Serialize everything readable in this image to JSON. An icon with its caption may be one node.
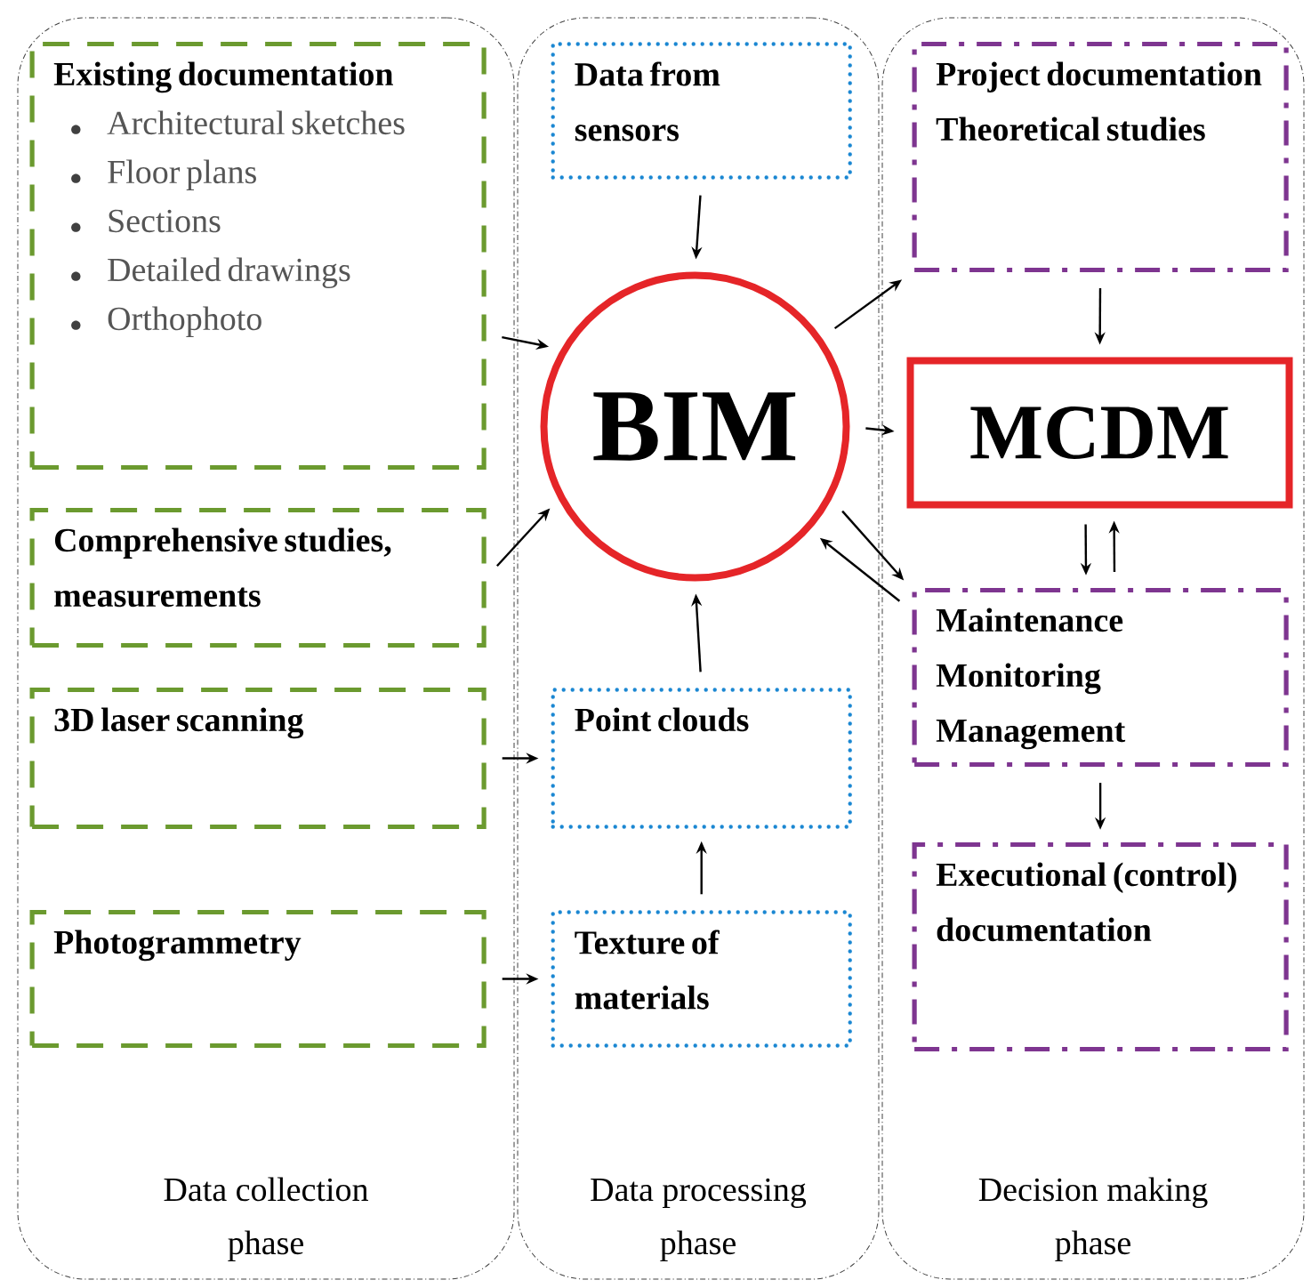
{
  "diagram": {
    "nodes": [
      {
        "text": [
          "Data collection phase"
        ]
      },
      {
        "text": [
          "Existing documentation",
          "Architectural sketches",
          "Floor plans",
          "Sections",
          "Detailed drawings",
          "Orthophoto"
        ],
        "in": 0
      },
      {
        "text": [
          "Comprehensive studies, measurements"
        ],
        "in": 0
      },
      {
        "text": [
          "3D laser scanning"
        ],
        "in": 0
      },
      {
        "text": [
          "Photogrammetry"
        ],
        "in": 0
      },
      {
        "text": [
          "Data processing phase"
        ]
      },
      {
        "text": [
          "Data from sensors"
        ],
        "in": 5
      },
      {
        "text": [
          "BIM"
        ],
        "in": 5
      },
      {
        "text": [
          "Point clouds"
        ],
        "in": 5
      },
      {
        "text": [
          "Texture of materials"
        ],
        "in": 5
      },
      {
        "text": [
          "Decision making phase"
        ]
      },
      {
        "text": [
          "Project documentation",
          "Theoretical studies"
        ],
        "in": 10
      },
      {
        "text": [
          "MCDM"
        ],
        "in": 10
      },
      {
        "text": [
          "Maintenance",
          "Monitoring",
          "Management"
        ],
        "in": 10
      },
      {
        "text": [
          "Executional (control) documentation"
        ],
        "in": 10
      }
    ],
    "edges": [
      {
        "from": 1,
        "to": 7,
        "arrow": "to"
      },
      {
        "from": 2,
        "to": 7,
        "arrow": "to"
      },
      {
        "from": 6,
        "to": 7,
        "arrow": "to"
      },
      {
        "from": 8,
        "to": 7,
        "arrow": "to"
      },
      {
        "from": 3,
        "to": 8,
        "arrow": "to"
      },
      {
        "from": 4,
        "to": 9,
        "arrow": "to"
      },
      {
        "from": 9,
        "to": 8,
        "arrow": "to"
      },
      {
        "from": 7,
        "to": 11,
        "arrow": "to"
      },
      {
        "from": 7,
        "to": 12,
        "arrow": "to"
      },
      {
        "from": 7,
        "to": 13,
        "arrow": "to"
      },
      {
        "from": 13,
        "to": 7,
        "arrow": "to"
      },
      {
        "from": 11,
        "to": 12,
        "arrow": "to"
      },
      {
        "from": 12,
        "to": 13,
        "arrow": "to"
      },
      {
        "from": 13,
        "to": 12,
        "arrow": "to"
      },
      {
        "from": 13,
        "to": 14,
        "arrow": "to"
      }
    ]
  }
}
